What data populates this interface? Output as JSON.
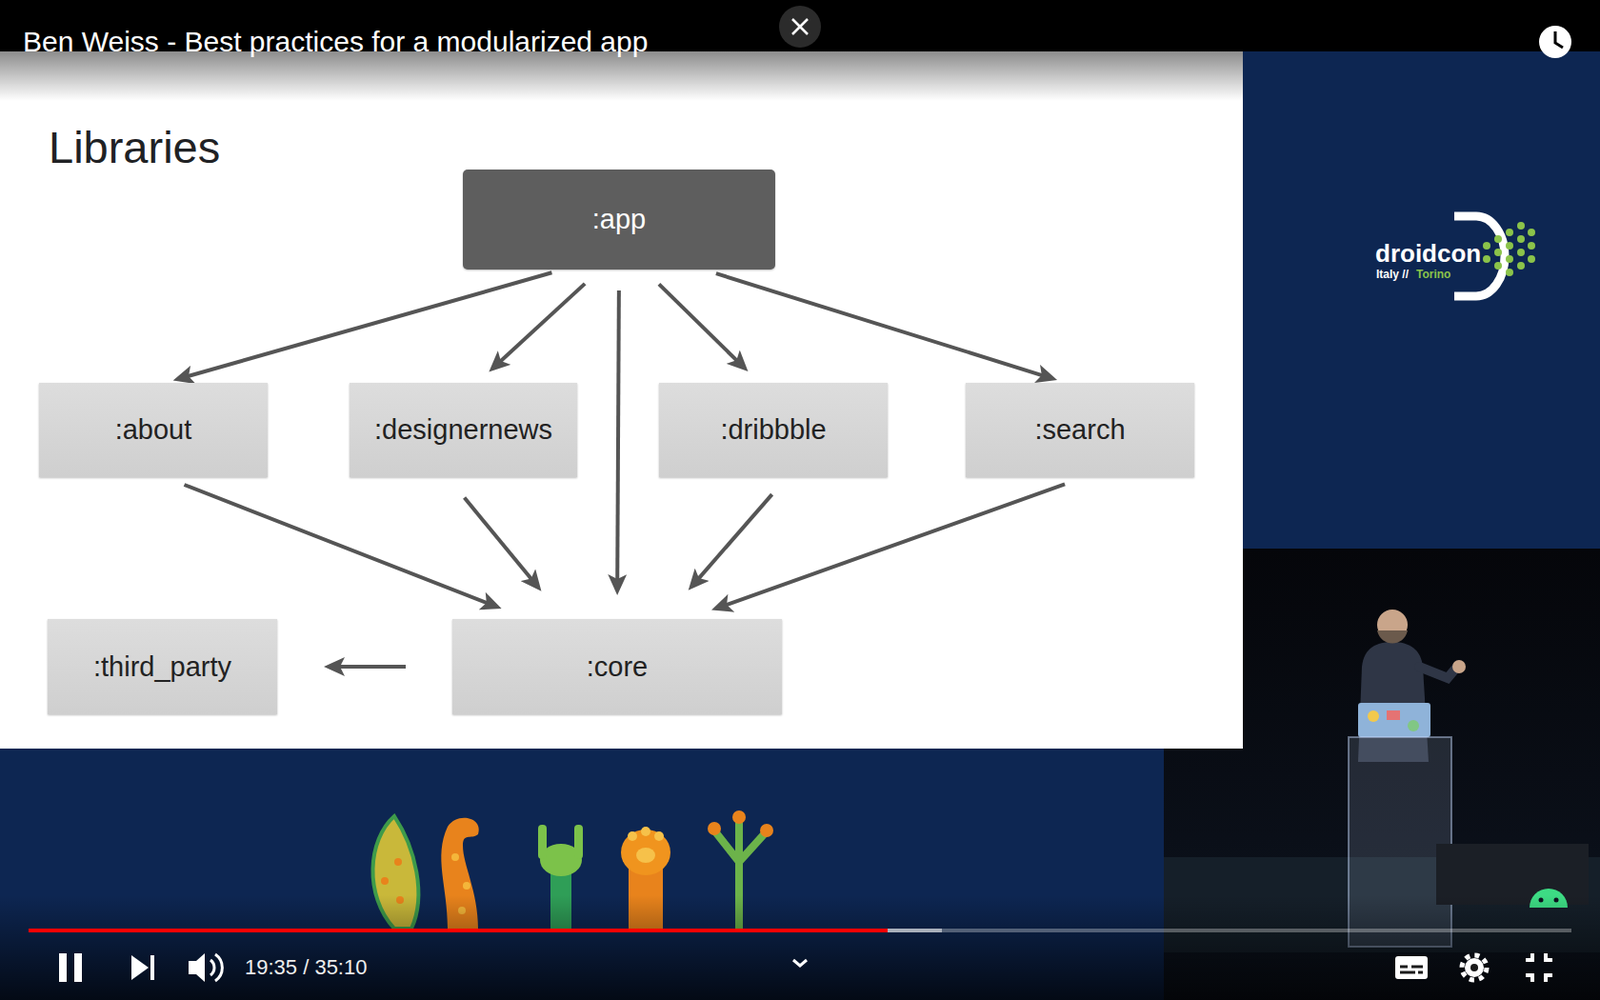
{
  "diagram": {
    "title": "Libraries",
    "nodes": [
      {
        "text": [
          ":app"
        ]
      },
      {
        "text": [
          ":about"
        ]
      },
      {
        "text": [
          ":designernews"
        ]
      },
      {
        "text": [
          ":dribbble"
        ]
      },
      {
        "text": [
          ":search"
        ]
      },
      {
        "text": [
          ":third_party"
        ]
      },
      {
        "text": [
          ":core"
        ]
      }
    ],
    "edges": [
      {
        "from": 0,
        "to": 1,
        "arrow": "to"
      },
      {
        "from": 0,
        "to": 2,
        "arrow": "to"
      },
      {
        "from": 0,
        "to": 6,
        "arrow": "to"
      },
      {
        "from": 0,
        "to": 3,
        "arrow": "to"
      },
      {
        "from": 0,
        "to": 4,
        "arrow": "to"
      },
      {
        "from": 1,
        "to": 6,
        "arrow": "to"
      },
      {
        "from": 2,
        "to": 6,
        "arrow": "to"
      },
      {
        "from": 3,
        "to": 6,
        "arrow": "to"
      },
      {
        "from": 4,
        "to": 6,
        "arrow": "to"
      },
      {
        "from": 6,
        "to": 5,
        "arrow": "to"
      }
    ],
    "labels": [
      "Ben Weiss - Best practices for a modularized app",
      "droidcon",
      "Italy //",
      "Torino",
      "19:35 / 35:10"
    ]
  }
}
